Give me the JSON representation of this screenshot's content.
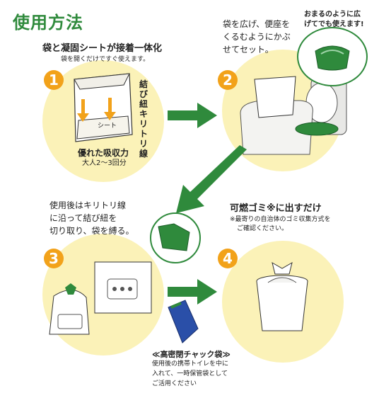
{
  "title": "使用方法",
  "step1": {
    "number": "1",
    "heading": "袋と凝固シートが接着一体化",
    "subtext": "袋を開くだけですぐ使えます。",
    "label_sheet": "シート",
    "label_tie": "結び紐キリトリ線",
    "label_absorb": "優れた吸収力",
    "label_capacity": "大人2〜3回分"
  },
  "step2": {
    "number": "2",
    "text_lines": [
      "袋を広げ、便座を",
      "くるむようにかぶ",
      "せてセット。"
    ],
    "bubble_lines": [
      "おまるのように広",
      "げてでも使えます!"
    ]
  },
  "step3": {
    "number": "3",
    "text_lines": [
      "使用後はキリトリ線",
      "に沿って結び紐を",
      "切り取り、袋を縛る。"
    ]
  },
  "step4": {
    "number": "4",
    "heading": "可燃ゴミ※に出すだけ",
    "note_lines": [
      "※最寄りの自治体のゴミ収集方式を",
      "ご確認ください。"
    ]
  },
  "chack": {
    "heading": "≪高密閉チャック袋≫",
    "text_lines": [
      "使用後の携帯トイレを中に",
      "入れて、一時保管袋として",
      "ご活用ください"
    ]
  },
  "colors": {
    "green": "#2f8a3c",
    "circle": "#fbf2b8",
    "badge": "#f2a21a"
  }
}
